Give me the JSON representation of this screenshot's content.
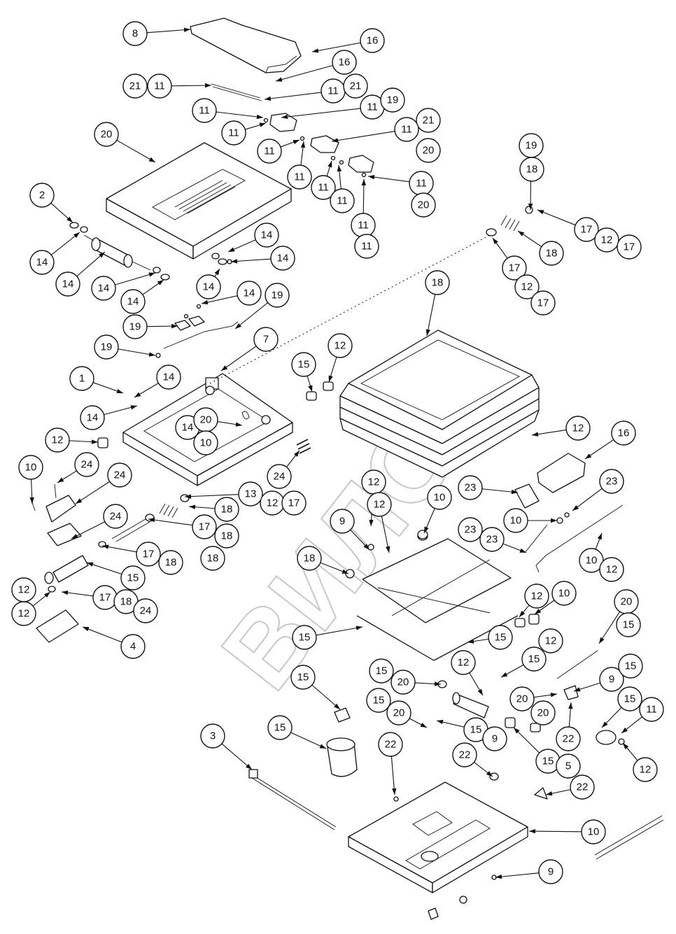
{
  "watermark": {
    "text": "ВИЛОН"
  },
  "callout_numbers": [
    "1",
    "2",
    "3",
    "4",
    "5",
    "7",
    "8",
    "9",
    "10",
    "11",
    "12",
    "13",
    "14",
    "15",
    "16",
    "17",
    "18",
    "19",
    "20",
    "21",
    "22",
    "23",
    "24"
  ],
  "callouts": [
    {
      "label": "8"
    },
    {
      "label": "16"
    },
    {
      "label": "16"
    },
    {
      "label": "21"
    },
    {
      "label": "11"
    },
    {
      "label": "11"
    },
    {
      "label": "21"
    },
    {
      "label": "11"
    },
    {
      "label": "11"
    },
    {
      "label": "19"
    },
    {
      "label": "11"
    },
    {
      "label": "11"
    },
    {
      "label": "21"
    },
    {
      "label": "11"
    },
    {
      "label": "11"
    },
    {
      "label": "20"
    },
    {
      "label": "11"
    },
    {
      "label": "11"
    },
    {
      "label": "11"
    },
    {
      "label": "11"
    },
    {
      "label": "20"
    },
    {
      "label": "11"
    },
    {
      "label": "20"
    },
    {
      "label": "2"
    },
    {
      "label": "14"
    },
    {
      "label": "14"
    },
    {
      "label": "14"
    },
    {
      "label": "14"
    },
    {
      "label": "14"
    },
    {
      "label": "14"
    },
    {
      "label": "14"
    },
    {
      "label": "14"
    },
    {
      "label": "19"
    },
    {
      "label": "19"
    },
    {
      "label": "19"
    },
    {
      "label": "19"
    },
    {
      "label": "18"
    },
    {
      "label": "17"
    },
    {
      "label": "12"
    },
    {
      "label": "17"
    },
    {
      "label": "18"
    },
    {
      "label": "17"
    },
    {
      "label": "12"
    },
    {
      "label": "17"
    },
    {
      "label": "18"
    },
    {
      "label": "7"
    },
    {
      "label": "1"
    },
    {
      "label": "14"
    },
    {
      "label": "14"
    },
    {
      "label": "14"
    },
    {
      "label": "20"
    },
    {
      "label": "10"
    },
    {
      "label": "15"
    },
    {
      "label": "12"
    },
    {
      "label": "12"
    },
    {
      "label": "12"
    },
    {
      "label": "16"
    },
    {
      "label": "10"
    },
    {
      "label": "24"
    },
    {
      "label": "24"
    },
    {
      "label": "24"
    },
    {
      "label": "24"
    },
    {
      "label": "13"
    },
    {
      "label": "12"
    },
    {
      "label": "17"
    },
    {
      "label": "18"
    },
    {
      "label": "17"
    },
    {
      "label": "18"
    },
    {
      "label": "17"
    },
    {
      "label": "18"
    },
    {
      "label": "18"
    },
    {
      "label": "15"
    },
    {
      "label": "12"
    },
    {
      "label": "9"
    },
    {
      "label": "12"
    },
    {
      "label": "10"
    },
    {
      "label": "23"
    },
    {
      "label": "23"
    },
    {
      "label": "10"
    },
    {
      "label": "23"
    },
    {
      "label": "23"
    },
    {
      "label": "10"
    },
    {
      "label": "12"
    },
    {
      "label": "18"
    },
    {
      "label": "12"
    },
    {
      "label": "12"
    },
    {
      "label": "17"
    },
    {
      "label": "18"
    },
    {
      "label": "24"
    },
    {
      "label": "4"
    },
    {
      "label": "15"
    },
    {
      "label": "12"
    },
    {
      "label": "10"
    },
    {
      "label": "15"
    },
    {
      "label": "12"
    },
    {
      "label": "20"
    },
    {
      "label": "15"
    },
    {
      "label": "15"
    },
    {
      "label": "12"
    },
    {
      "label": "9"
    },
    {
      "label": "15"
    },
    {
      "label": "20"
    },
    {
      "label": "15"
    },
    {
      "label": "15"
    },
    {
      "label": "20"
    },
    {
      "label": "15"
    },
    {
      "label": "20"
    },
    {
      "label": "15"
    },
    {
      "label": "15"
    },
    {
      "label": "20"
    },
    {
      "label": "11"
    },
    {
      "label": "9"
    },
    {
      "label": "22"
    },
    {
      "label": "12"
    },
    {
      "label": "15"
    },
    {
      "label": "22"
    },
    {
      "label": "15"
    },
    {
      "label": "5"
    },
    {
      "label": "22"
    },
    {
      "label": "3"
    },
    {
      "label": "22"
    },
    {
      "label": "10"
    },
    {
      "label": "9"
    }
  ]
}
